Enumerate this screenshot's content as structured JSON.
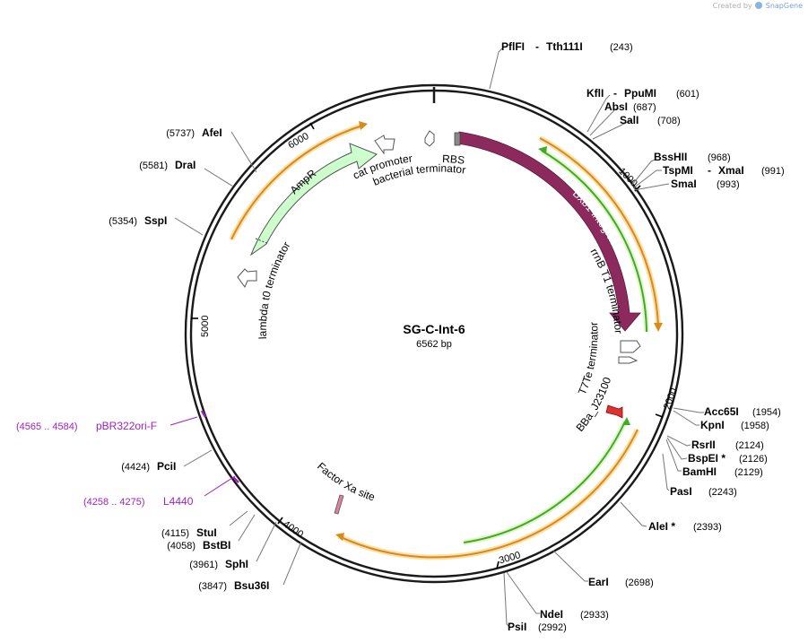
{
  "credit": {
    "prefix": "Created by",
    "brand": "SnapGene"
  },
  "plasmid": {
    "name": "SG-C-Int-6",
    "length": "6562 bp"
  },
  "ticks": [
    "1000",
    "2000",
    "3000",
    "4000",
    "5000",
    "6000"
  ],
  "features": [
    {
      "key": "bxb1",
      "label": "Bxb1 integrase",
      "color": "#8c2a5e"
    },
    {
      "key": "ampr",
      "label": "AmpR",
      "color": "#ccffcc"
    },
    {
      "key": "cat_promoter",
      "label": "cat promoter"
    },
    {
      "key": "bacterial_terminator",
      "label": "bacterial terminator"
    },
    {
      "key": "rbs",
      "label": "RBS"
    },
    {
      "key": "lambda_t0",
      "label": "lambda t0 terminator"
    },
    {
      "key": "rrnb_t1",
      "label": "rrnB T1 terminator"
    },
    {
      "key": "t7te",
      "label": "T7Te terminator"
    },
    {
      "key": "bba_j23100",
      "label": "BBa_J23100",
      "color": "#e03030"
    },
    {
      "key": "factor_xa",
      "label": "Factor Xa site"
    }
  ],
  "primers": [
    {
      "name": "pBR322ori-F",
      "range": "(4565 .. 4584)",
      "color": "#a020c0"
    },
    {
      "name": "L4440",
      "range": "(4258 .. 4275)",
      "color": "#a020c0"
    }
  ],
  "sites_right": [
    {
      "name": "PflFI",
      "name2": "Tth111I",
      "pos": "(243)"
    },
    {
      "name": "KflI",
      "name2": "PpuMI",
      "pos": "(601)"
    },
    {
      "name": "AbsI",
      "pos": "(687)"
    },
    {
      "name": "SalI",
      "pos": "(708)"
    },
    {
      "name": "BssHII",
      "pos": "(968)"
    },
    {
      "name": "TspMI",
      "name2": "XmaI",
      "pos": "(991)"
    },
    {
      "name": "SmaI",
      "pos": "(993)"
    },
    {
      "name": "Acc65I",
      "pos": "(1954)"
    },
    {
      "name": "KpnI",
      "pos": "(1958)"
    },
    {
      "name": "RsrII",
      "pos": "(2124)"
    },
    {
      "name": "BspEI *",
      "pos": "(2126)"
    },
    {
      "name": "BamHI",
      "pos": "(2129)"
    },
    {
      "name": "PasI",
      "pos": "(2243)"
    },
    {
      "name": "AleI *",
      "pos": "(2393)"
    },
    {
      "name": "EarI",
      "pos": "(2698)"
    },
    {
      "name": "NdeI",
      "pos": "(2933)"
    },
    {
      "name": "PsiI",
      "pos": "(2992)"
    }
  ],
  "sites_left": [
    {
      "name": "AfeI",
      "pos": "(5737)"
    },
    {
      "name": "DraI",
      "pos": "(5581)"
    },
    {
      "name": "SspI",
      "pos": "(5354)"
    },
    {
      "name": "PciI",
      "pos": "(4424)"
    },
    {
      "name": "StuI",
      "pos": "(4115)"
    },
    {
      "name": "BstBI",
      "pos": "(4058)"
    },
    {
      "name": "SphI",
      "pos": "(3961)"
    },
    {
      "name": "Bsu36I",
      "pos": "(3847)"
    }
  ],
  "colors": {
    "backbone": "#1a1a1a",
    "orf_orange": "#d88a1a",
    "orf_orange_glow": "#fbe0a8",
    "orf_green": "#44aa22",
    "orf_green_glow": "#e0f5cc",
    "primer": "#a020c0"
  }
}
